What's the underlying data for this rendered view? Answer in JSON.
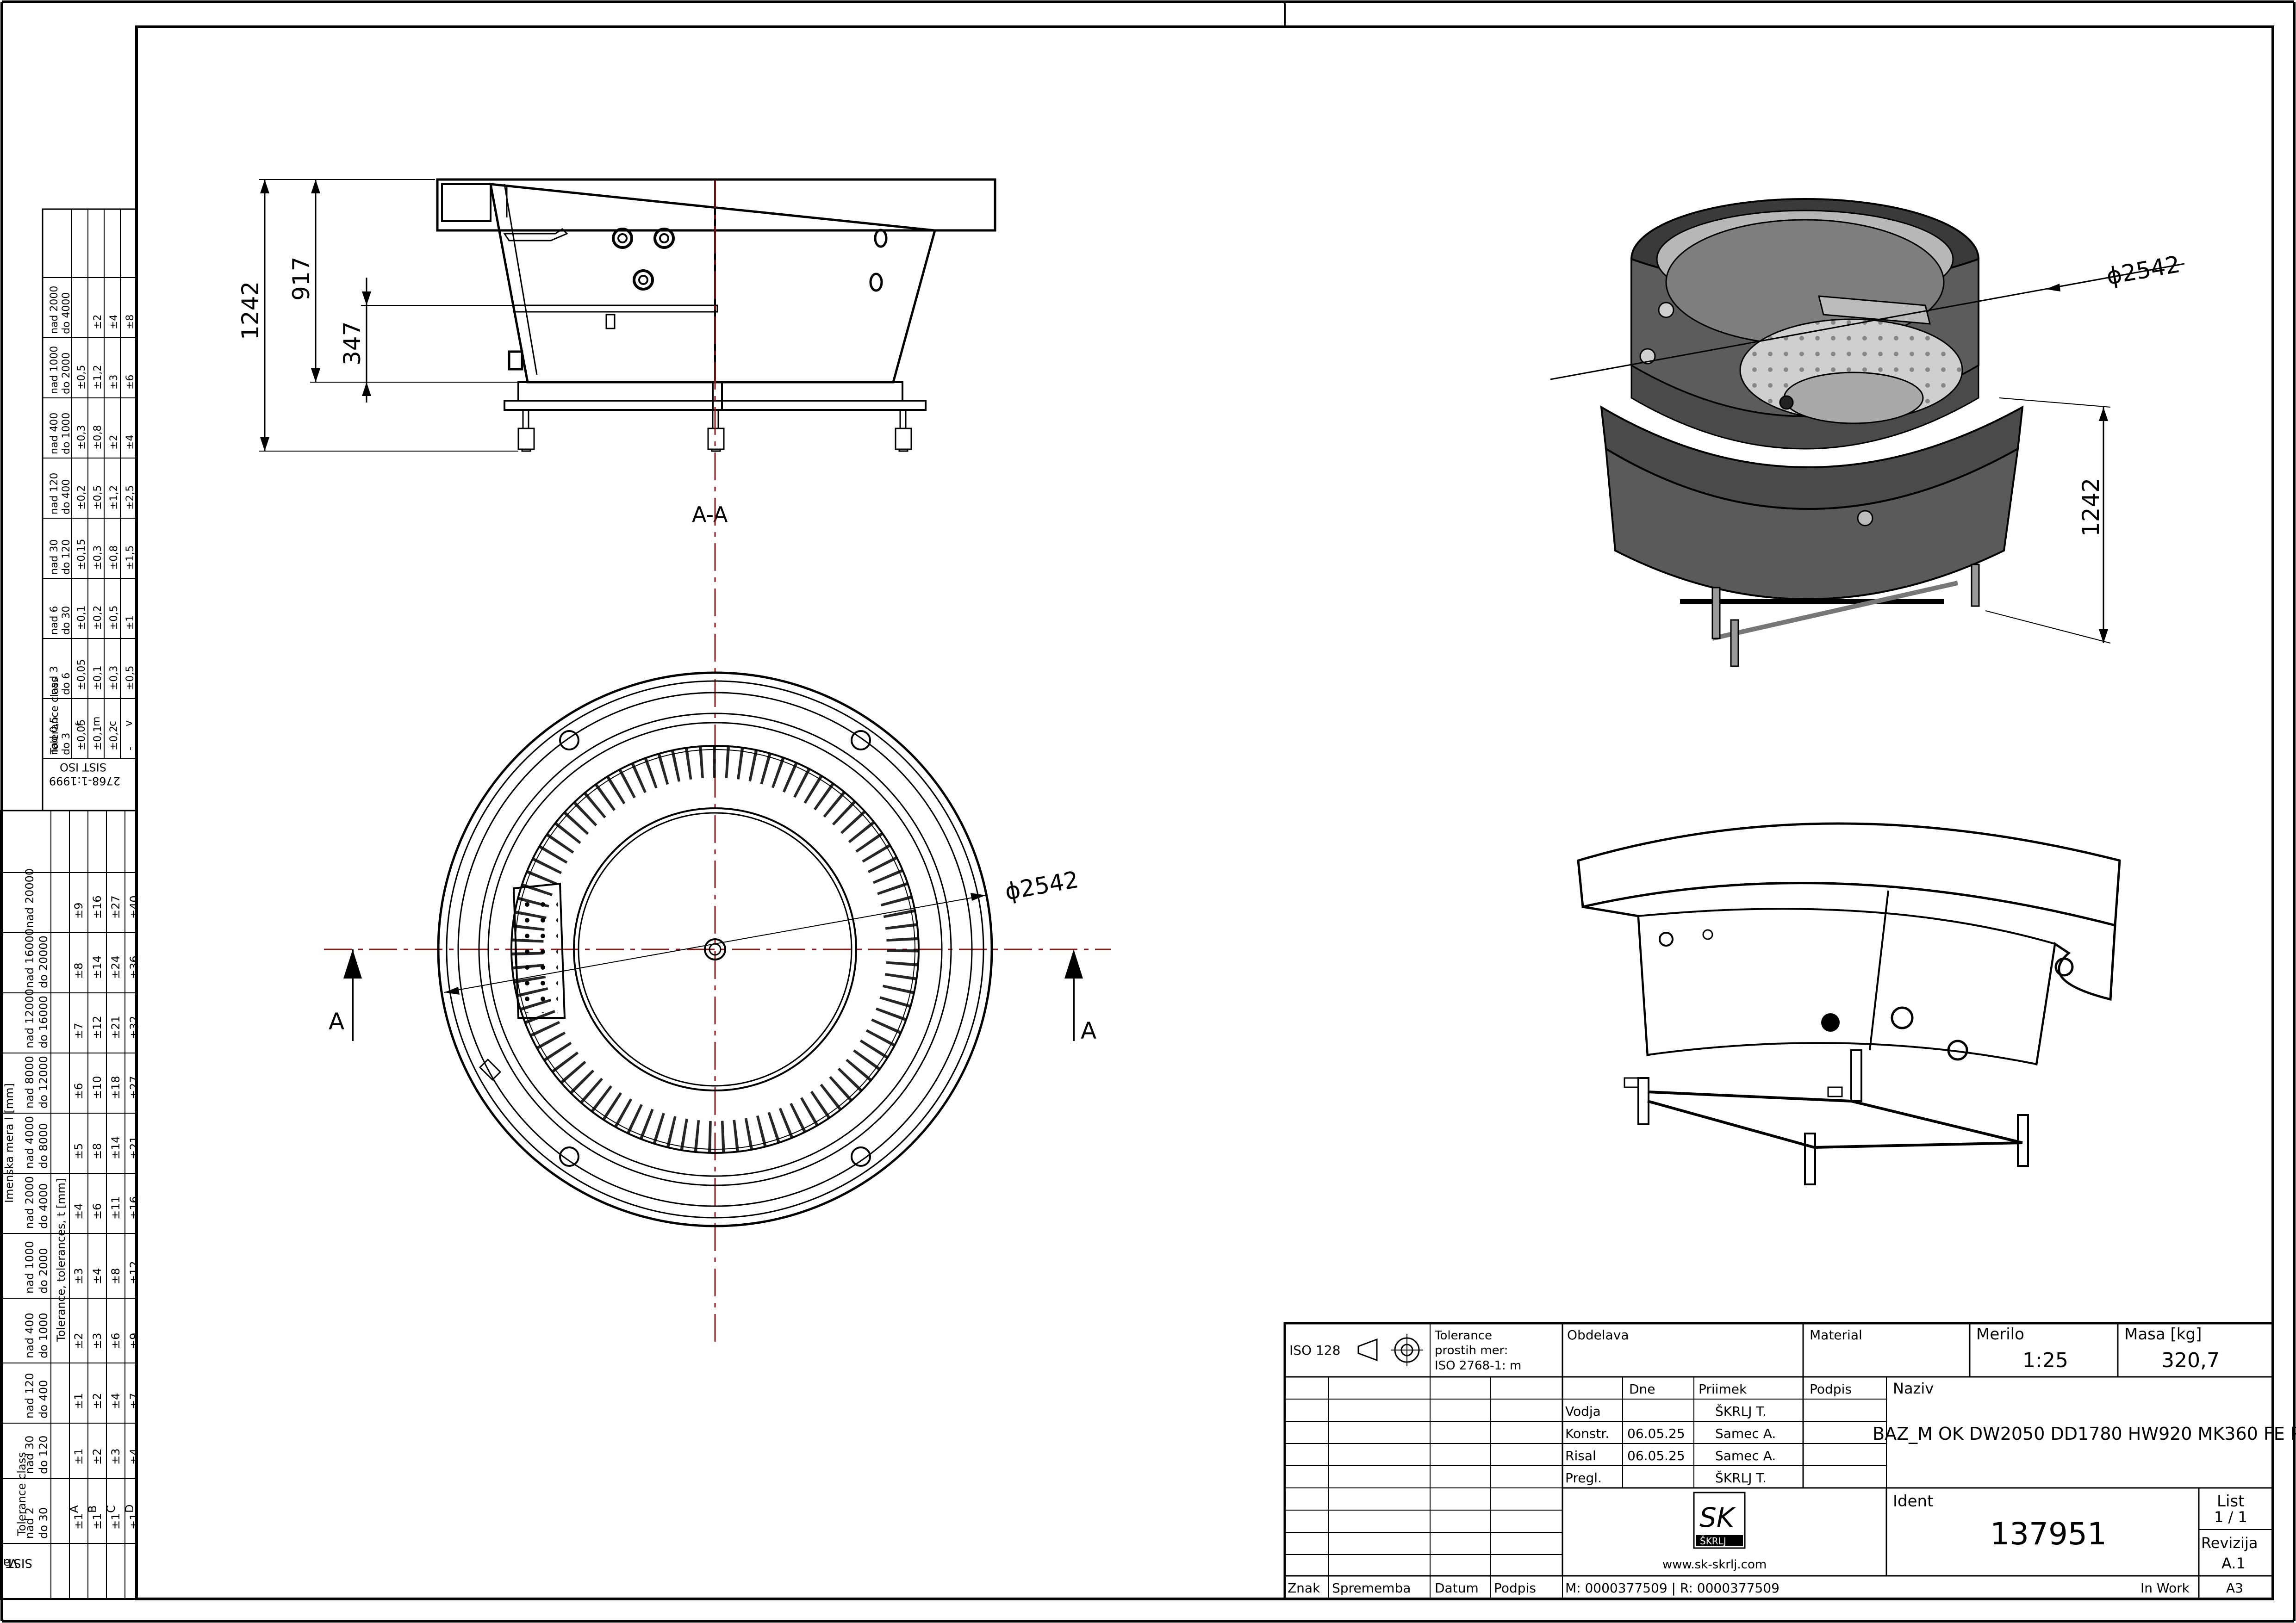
{
  "section_label": "A-A",
  "cut_marker": "A",
  "dims": {
    "side_total": "1242",
    "side_917": "917",
    "side_347": "347",
    "plan_dia": "ϕ2542",
    "iso_dia": "ϕ2542",
    "iso_height": "1242"
  },
  "welded_table": {
    "title": "Varjene konstrukcije",
    "standard": "SIST EN ISO 13920:1998",
    "class_header": "Tolerance class",
    "range_caption": "Imenska mera l [mm]",
    "tol_caption": "Tolerance, tolerances, t [mm]",
    "ranges": [
      "nad 2 do 30",
      "nad 30 do 120",
      "nad 120 do 400",
      "nad 400 do 1000",
      "nad 1000 do 2000",
      "nad 2000 do 4000",
      "nad 4000 do 8000",
      "nad 8000 do 12000",
      "nad 12000 do 16000",
      "nad 16000 do 20000",
      "nad 20000"
    ],
    "classes": [
      "A",
      "B",
      "C",
      "D"
    ],
    "rows": [
      [
        "±1",
        "±1",
        "±1",
        "±2",
        "±3",
        "±4",
        "±5",
        "±6",
        "±7",
        "±8",
        "±9"
      ],
      [
        "±1",
        "±2",
        "±2",
        "±3",
        "±4",
        "±6",
        "±8",
        "±10",
        "±12",
        "±14",
        "±16"
      ],
      [
        "±1",
        "±3",
        "±4",
        "±6",
        "±8",
        "±11",
        "±14",
        "±18",
        "±21",
        "±24",
        "±27"
      ],
      [
        "±1",
        "±4",
        "±7",
        "±9",
        "±12",
        "±16",
        "±21",
        "±27",
        "±32",
        "±36",
        "±40"
      ]
    ]
  },
  "general_table": {
    "standard_1": "SIST ISO",
    "standard_2": "2768-1:1999",
    "class_header": "Tolerance class",
    "ranges": [
      "nad 0,5 do 3",
      "nad 3 do 6",
      "nad 6 do 30",
      "nad 30 do 120",
      "nad 120 do 400",
      "nad 400 do 1000",
      "nad 1000 do 2000",
      "nad 2000 do 4000"
    ],
    "classes": [
      "f",
      "m",
      "c",
      "v"
    ],
    "rows": [
      [
        "±0,05",
        "±0,05",
        "±0,1",
        "±0,15",
        "±0,2",
        "±0,3",
        "±0,5",
        ""
      ],
      [
        "±0,1",
        "±0,1",
        "±0,2",
        "±0,3",
        "±0,5",
        "±0,8",
        "±1,2",
        "±2"
      ],
      [
        "±0,2",
        "±0,3",
        "±0,5",
        "±0,8",
        "±1,2",
        "±2",
        "±3",
        "±4"
      ],
      [
        "-",
        "±0,5",
        "±1",
        "±1,5",
        "±2,5",
        "±4",
        "±6",
        "±8"
      ]
    ]
  },
  "title_block": {
    "iso128": "ISO 128",
    "tol_free_1": "Tolerance",
    "tol_free_2": "prostih mer:",
    "tol_free_3": "ISO 2768-1: m",
    "obdelava": "Obdelava",
    "material": "Material",
    "merilo_label": "Merilo",
    "merilo_value": "1:25",
    "masa_label": "Masa [kg]",
    "masa_value": "320,7",
    "col_dne": "Dne",
    "col_priimek": "Priimek",
    "col_podpis": "Podpis",
    "naziv_label": "Naziv",
    "naziv_value": "BAZ_M OK DW2050 DD1780 HW920 MK360 FE PR",
    "roles": [
      {
        "role": "Vodja",
        "date": "",
        "name": "ŠKRLJ T."
      },
      {
        "role": "Konstr.",
        "date": "06.05.25",
        "name": "Samec A."
      },
      {
        "role": "Risal",
        "date": "06.05.25",
        "name": "Samec A."
      },
      {
        "role": "Pregl.",
        "date": "",
        "name": "ŠKRLJ T."
      }
    ],
    "ident_label": "Ident",
    "ident_value": "137951",
    "list_label": "List",
    "list_value": "1 / 1",
    "revizija_label": "Revizija",
    "revizija_value": "A.1",
    "logo_letters": "SK",
    "logo_sub": "ŠKRLJ",
    "website": "www.sk-skrlj.com",
    "znak": "Znak",
    "sprememba": "Sprememba",
    "datum": "Datum",
    "podpis": "Podpis",
    "mr": "M: 0000377509 | R: 0000377509",
    "status": "In Work",
    "format": "A3"
  }
}
